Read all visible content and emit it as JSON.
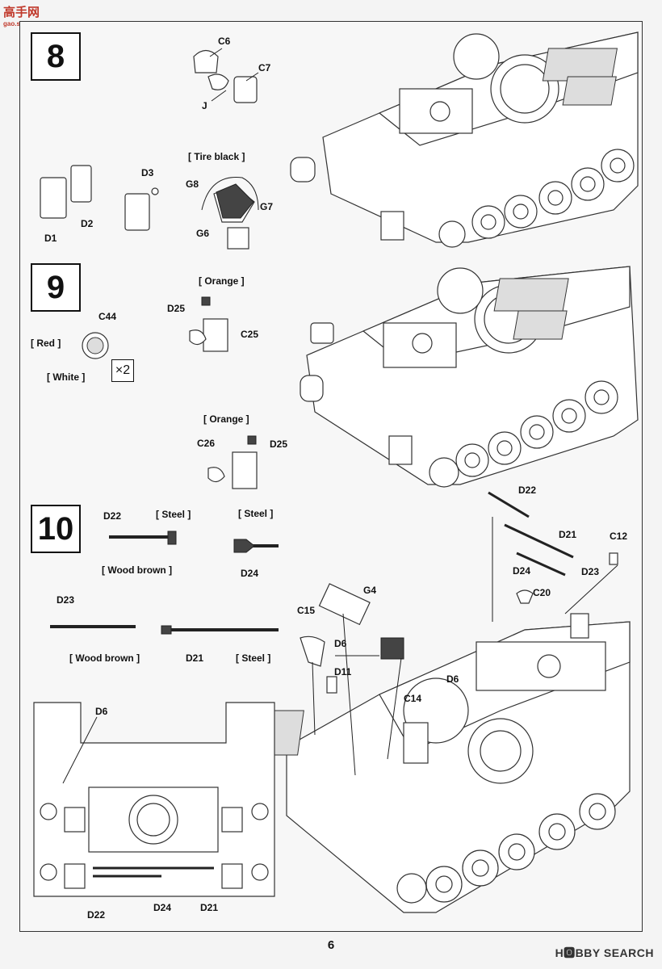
{
  "watermark_top": {
    "title": "高手网",
    "subtitle": "gao.shou.com"
  },
  "watermark_bottom": "H🅾BBY SEARCH",
  "page_number": "6",
  "steps": {
    "s8": {
      "number": "8",
      "labels": {
        "c6": "C6",
        "c7": "C7",
        "j": "J",
        "d1": "D1",
        "d2": "D2",
        "d3": "D3",
        "g8": "G8",
        "g7": "G7",
        "g6": "G6"
      },
      "paint": {
        "tire": "[ Tire black ]"
      }
    },
    "s9": {
      "number": "9",
      "labels": {
        "c44": "C44",
        "d25a": "D25",
        "c25": "C25",
        "c26": "C26",
        "d25b": "D25"
      },
      "paint": {
        "red": "[ Red ]",
        "white": "[ White ]",
        "orange1": "[ Orange ]",
        "orange2": "[ Orange ]"
      },
      "multiplier": "×2"
    },
    "s10": {
      "number": "10",
      "labels": {
        "d22": "D22",
        "d24": "D24",
        "d23": "D23",
        "d21": "D21",
        "d22r": "D22",
        "d21r": "D21",
        "d23r": "D23",
        "c12": "C12",
        "d24r": "D24",
        "c20": "C20",
        "g4": "G4",
        "c15": "C15",
        "d6a": "D6",
        "d11": "D11",
        "c14": "C14",
        "d6b": "D6",
        "d6c": "D6",
        "d22b": "D22",
        "d24b": "D24",
        "d21b": "D21"
      },
      "paint": {
        "steel1": "[ Steel ]",
        "steel2": "[ Steel ]",
        "wood1": "[ Wood brown ]",
        "wood2": "[ Wood brown ]",
        "steel3": "[ Steel ]"
      }
    }
  }
}
